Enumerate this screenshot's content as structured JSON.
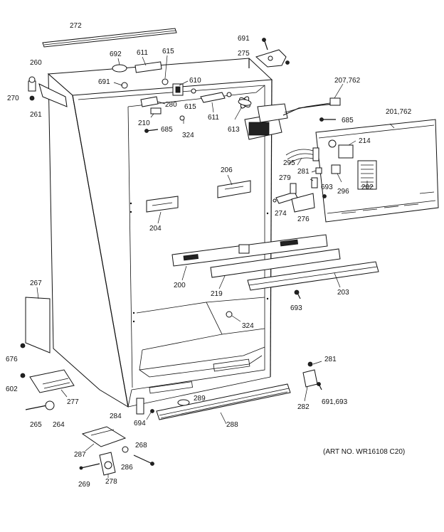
{
  "art_no": "(ART NO. WR16108 C20)",
  "labels": [
    {
      "id": "272",
      "text": "272"
    },
    {
      "id": "691a",
      "text": "691"
    },
    {
      "id": "275",
      "text": "275"
    },
    {
      "id": "260",
      "text": "260"
    },
    {
      "id": "692",
      "text": "692"
    },
    {
      "id": "611a",
      "text": "611"
    },
    {
      "id": "615a",
      "text": "615"
    },
    {
      "id": "691b",
      "text": "691"
    },
    {
      "id": "610",
      "text": "610"
    },
    {
      "id": "207_762",
      "text": "207,762"
    },
    {
      "id": "270",
      "text": "270"
    },
    {
      "id": "261",
      "text": "261"
    },
    {
      "id": "280",
      "text": "280"
    },
    {
      "id": "615b",
      "text": "615"
    },
    {
      "id": "611b",
      "text": "611"
    },
    {
      "id": "210",
      "text": "210"
    },
    {
      "id": "685a",
      "text": "685"
    },
    {
      "id": "324a",
      "text": "324"
    },
    {
      "id": "613",
      "text": "613"
    },
    {
      "id": "685b",
      "text": "685"
    },
    {
      "id": "201_762",
      "text": "201,762"
    },
    {
      "id": "214",
      "text": "214"
    },
    {
      "id": "295",
      "text": "295"
    },
    {
      "id": "281a",
      "text": "281"
    },
    {
      "id": "206",
      "text": "206"
    },
    {
      "id": "279",
      "text": "279"
    },
    {
      "id": "693a",
      "text": "693"
    },
    {
      "id": "296",
      "text": "296"
    },
    {
      "id": "202",
      "text": "202"
    },
    {
      "id": "274",
      "text": "274"
    },
    {
      "id": "276",
      "text": "276"
    },
    {
      "id": "204",
      "text": "204"
    },
    {
      "id": "200",
      "text": "200"
    },
    {
      "id": "219",
      "text": "219"
    },
    {
      "id": "203",
      "text": "203"
    },
    {
      "id": "267",
      "text": "267"
    },
    {
      "id": "693b",
      "text": "693"
    },
    {
      "id": "324b",
      "text": "324"
    },
    {
      "id": "676",
      "text": "676"
    },
    {
      "id": "281b",
      "text": "281"
    },
    {
      "id": "602",
      "text": "602"
    },
    {
      "id": "277",
      "text": "277"
    },
    {
      "id": "289",
      "text": "289"
    },
    {
      "id": "282",
      "text": "282"
    },
    {
      "id": "691_693",
      "text": "691,693"
    },
    {
      "id": "284",
      "text": "284"
    },
    {
      "id": "694",
      "text": "694"
    },
    {
      "id": "288",
      "text": "288"
    },
    {
      "id": "265",
      "text": "265"
    },
    {
      "id": "264",
      "text": "264"
    },
    {
      "id": "268",
      "text": "268"
    },
    {
      "id": "287",
      "text": "287"
    },
    {
      "id": "286",
      "text": "286"
    },
    {
      "id": "269",
      "text": "269"
    },
    {
      "id": "278",
      "text": "278"
    }
  ]
}
